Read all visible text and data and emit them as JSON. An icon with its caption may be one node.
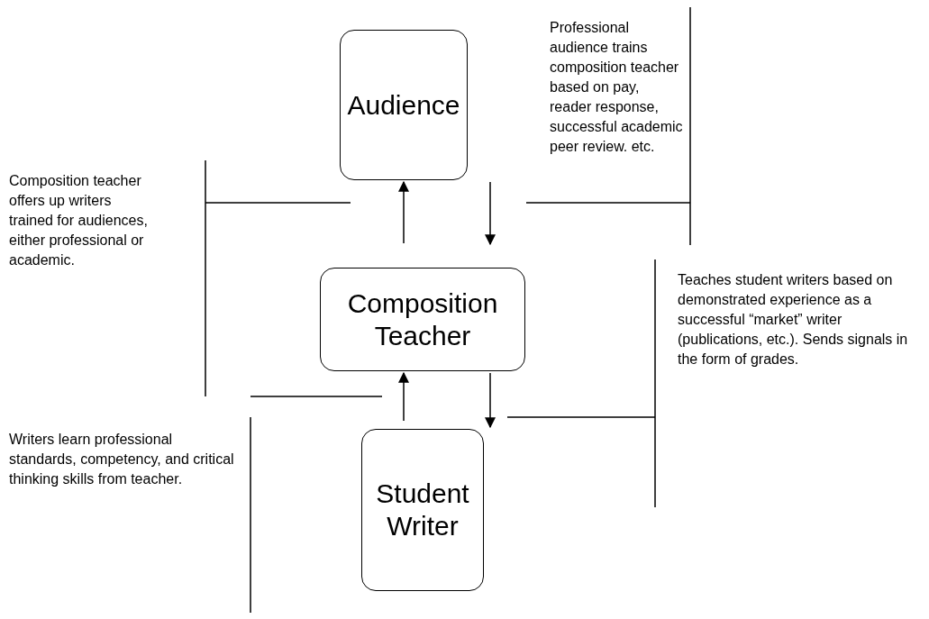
{
  "diagram": {
    "nodes": [
      {
        "text": [
          "Audience"
        ]
      },
      {
        "text": [
          "Composition Teacher"
        ]
      },
      {
        "text": [
          "Student Writer"
        ]
      },
      {
        "text": [
          "Composition teacher offers up writers trained for audiences, either professional or academic."
        ]
      },
      {
        "text": [
          "Professional audience trains composition teacher based on pay, reader response, successful academic peer review. etc."
        ]
      },
      {
        "text": [
          "Teaches student writers based on demonstrated experience as a successful “market” writer (publications, etc.). Sends signals in the form of grades."
        ]
      },
      {
        "text": [
          "Writers learn professional standards, competency, and critical thinking skills from teacher."
        ]
      }
    ],
    "edges": [
      {
        "from": 1,
        "to": 0,
        "arrow": "to"
      },
      {
        "from": 0,
        "to": 1,
        "arrow": "to"
      },
      {
        "from": 2,
        "to": 1,
        "arrow": "to"
      },
      {
        "from": 1,
        "to": 2,
        "arrow": "to"
      },
      {
        "from": 3,
        "to": null,
        "arrow": "none"
      },
      {
        "from": 4,
        "to": null,
        "arrow": "none"
      },
      {
        "from": 5,
        "to": null,
        "arrow": "none"
      },
      {
        "from": 6,
        "to": null,
        "arrow": "none"
      }
    ]
  }
}
